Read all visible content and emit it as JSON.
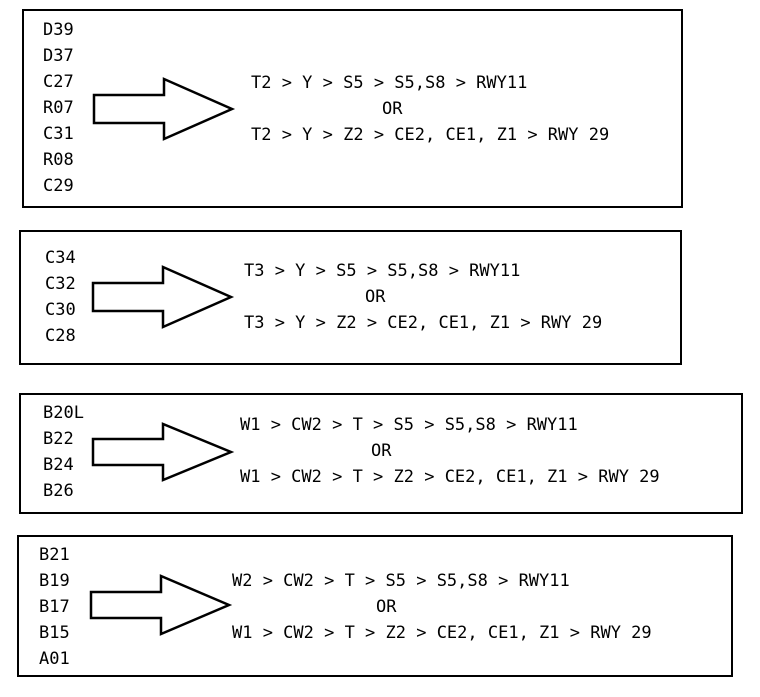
{
  "groups": [
    {
      "stands": [
        "D39",
        "D37",
        "C27",
        "R07",
        "C31",
        "R08",
        "C29"
      ],
      "route_1": "T2 > Y > S5 > S5,S8 > RWY11",
      "separator": "OR",
      "route_2": "T2 > Y > Z2 > CE2, CE1, Z1 > RWY 29"
    },
    {
      "stands": [
        "C34",
        "C32",
        "C30",
        "C28"
      ],
      "route_1": "T3 > Y > S5 > S5,S8 > RWY11",
      "separator": "OR",
      "route_2": "T3 > Y > Z2 > CE2, CE1, Z1 > RWY 29"
    },
    {
      "stands": [
        "B20L",
        "B22",
        "B24",
        "B26"
      ],
      "route_1": "W1 > CW2 > T > S5 > S5,S8 > RWY11",
      "separator": "OR",
      "route_2": "W1 > CW2 > T > Z2 > CE2, CE1, Z1 > RWY 29"
    },
    {
      "stands": [
        "B21",
        "B19",
        "B17",
        "B15",
        "A01"
      ],
      "route_1": "W2 > CW2 > T > S5 > S5,S8 > RWY11",
      "separator": "OR",
      "route_2": "W1 > CW2 > T > Z2 > CE2, CE1, Z1 > RWY 29"
    }
  ]
}
